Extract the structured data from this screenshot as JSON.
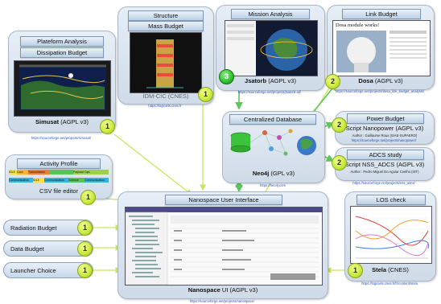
{
  "simusat": {
    "title1": "Plateform Analysis",
    "title2": "Dissipation Budget",
    "caption_name": "Simusat",
    "caption_license": " (AGPL v3)",
    "url": "https://sourceforge.net/projects/simusat/",
    "badge": "1"
  },
  "idm": {
    "title1": "Structure",
    "title2": "Mass Budget",
    "caption": "IDM-CIC (CNES)",
    "url": "https://logiciels.cnes.fr",
    "badge": "1"
  },
  "jsatorb": {
    "title": "Mission Analysis",
    "caption_name": "Jsatorb",
    "caption_license": " (AGPL v3)",
    "url": "https://sourceforge.net/projects/jsatorb-all/",
    "badge": "3"
  },
  "dosa": {
    "title": "Link Budget",
    "caption_name": "Dosa",
    "caption_license": " (AGPL v3)",
    "url": "https://sourceforge.net/projects/dosa_link_budget_analysis/",
    "badge": "2",
    "screen_heading": "Dosa module works!"
  },
  "neo4j": {
    "title": "Centralized Database",
    "caption_name": "Neo4j",
    "caption_license": " (GPL v3)",
    "url": "https://neo4j.com"
  },
  "power": {
    "title": "Power Budget",
    "script": "Script Nanopower (AGPL v3)",
    "author": "Author : Guillaume Roux (ISAE-SUPAERO)",
    "url": "https://sourceforge.net/projects/nanopower/",
    "badge": "2"
  },
  "adcs": {
    "title": "ADCS study",
    "script": "Script NSS_ADCS (AGPL v3)",
    "author": "Author : Pedro Miguel Do Aguiar Coelho (IST)",
    "url": "https://sourceforge.net/projects/nss_adcs/",
    "badge": "2"
  },
  "activity": {
    "title": "Activity Profile",
    "caption": "CSV file editor",
    "badge": "1",
    "row1": [
      "IDLE",
      "Cam",
      "Transmission",
      "",
      "Payload Ops"
    ],
    "row2": [
      "Communication",
      "IDLE",
      "Communication",
      "Science",
      "Communication"
    ]
  },
  "nanospace": {
    "title": "Nanospace User Interface",
    "caption_name": "Nanospace",
    "caption_rest": " UI (AGPL v3)",
    "url": "https://sourceforge.net/projects/nanospace/"
  },
  "los": {
    "title": "LOS check",
    "caption_name": "Stela",
    "caption_license": " (CNES)",
    "url": "https://logiciels.cnes.fr/fr/content/stela",
    "badge": "1"
  },
  "budgets": [
    {
      "label": "Radiation Budget",
      "badge": "1"
    },
    {
      "label": "Data Budget",
      "badge": "1"
    },
    {
      "label": "Launcher Choice",
      "badge": "1"
    }
  ]
}
